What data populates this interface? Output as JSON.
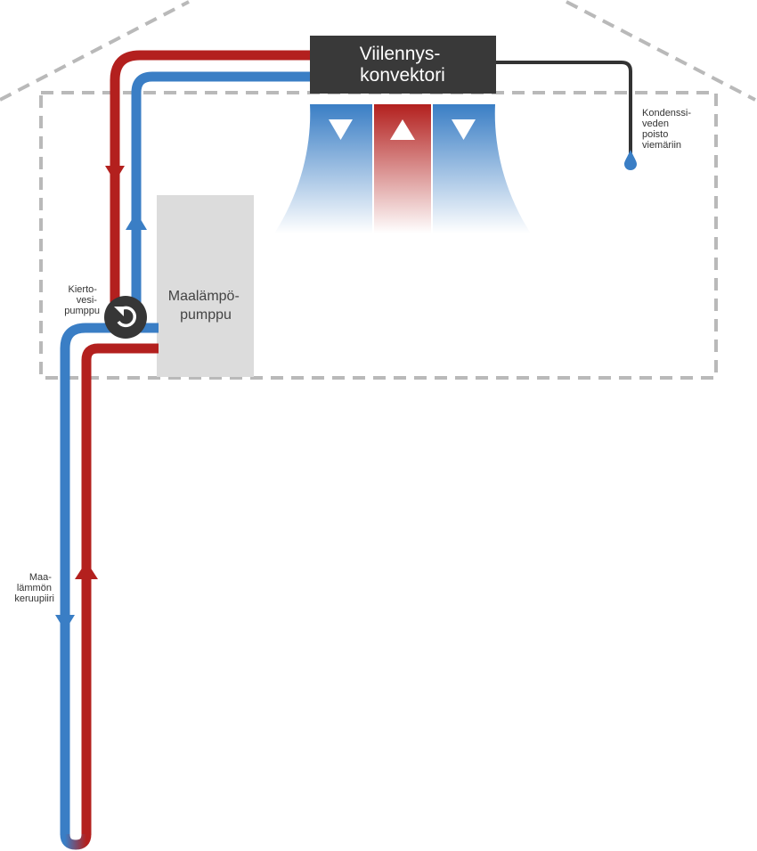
{
  "labels": {
    "convector": [
      "Viilennys-",
      "konvektori"
    ],
    "heat_pump": [
      "Maalämpö-",
      "pumppu"
    ],
    "circulation_pump": [
      "Kierto-",
      "vesi-",
      "pumppu"
    ],
    "condensate": [
      "Kondenssi-",
      "veden",
      "poisto",
      "viemäriin"
    ],
    "ground_loop": [
      "Maa-",
      "lämmön",
      "keruupiiri"
    ]
  },
  "colors": {
    "hot_pipe": "#b3201e",
    "cold_pipe": "#3a7ec5",
    "convector_box": "#393939",
    "drain_line": "#333333",
    "heat_pump_box": "#dcdcdc",
    "house_outline": "#b9b9b9",
    "pump_symbol": "#363636"
  },
  "icons": {
    "circulation_pump": "rotate-arrow-icon",
    "condensate_drop": "water-drop-icon",
    "airflow": "triangle-arrow-icon"
  }
}
